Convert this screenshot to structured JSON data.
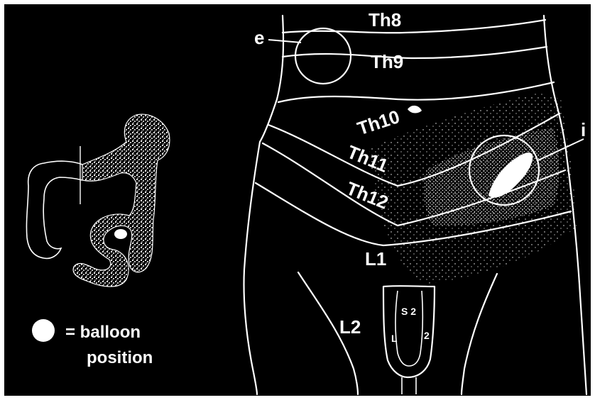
{
  "dermatome_labels": {
    "th8": "Th8",
    "th9": "Th9",
    "th10": "Th10",
    "th11": "Th11",
    "th12": "Th12",
    "l1": "L1",
    "l2": "L2",
    "s2": "S 2",
    "l_small": "L",
    "two_small": "2"
  },
  "callouts": {
    "e": "e",
    "i": "i"
  },
  "legend": {
    "equals_balloon": "= balloon",
    "position": "position"
  },
  "colors": {
    "background": "#000000",
    "line": "#ffffff",
    "frame": "#ffffff"
  }
}
